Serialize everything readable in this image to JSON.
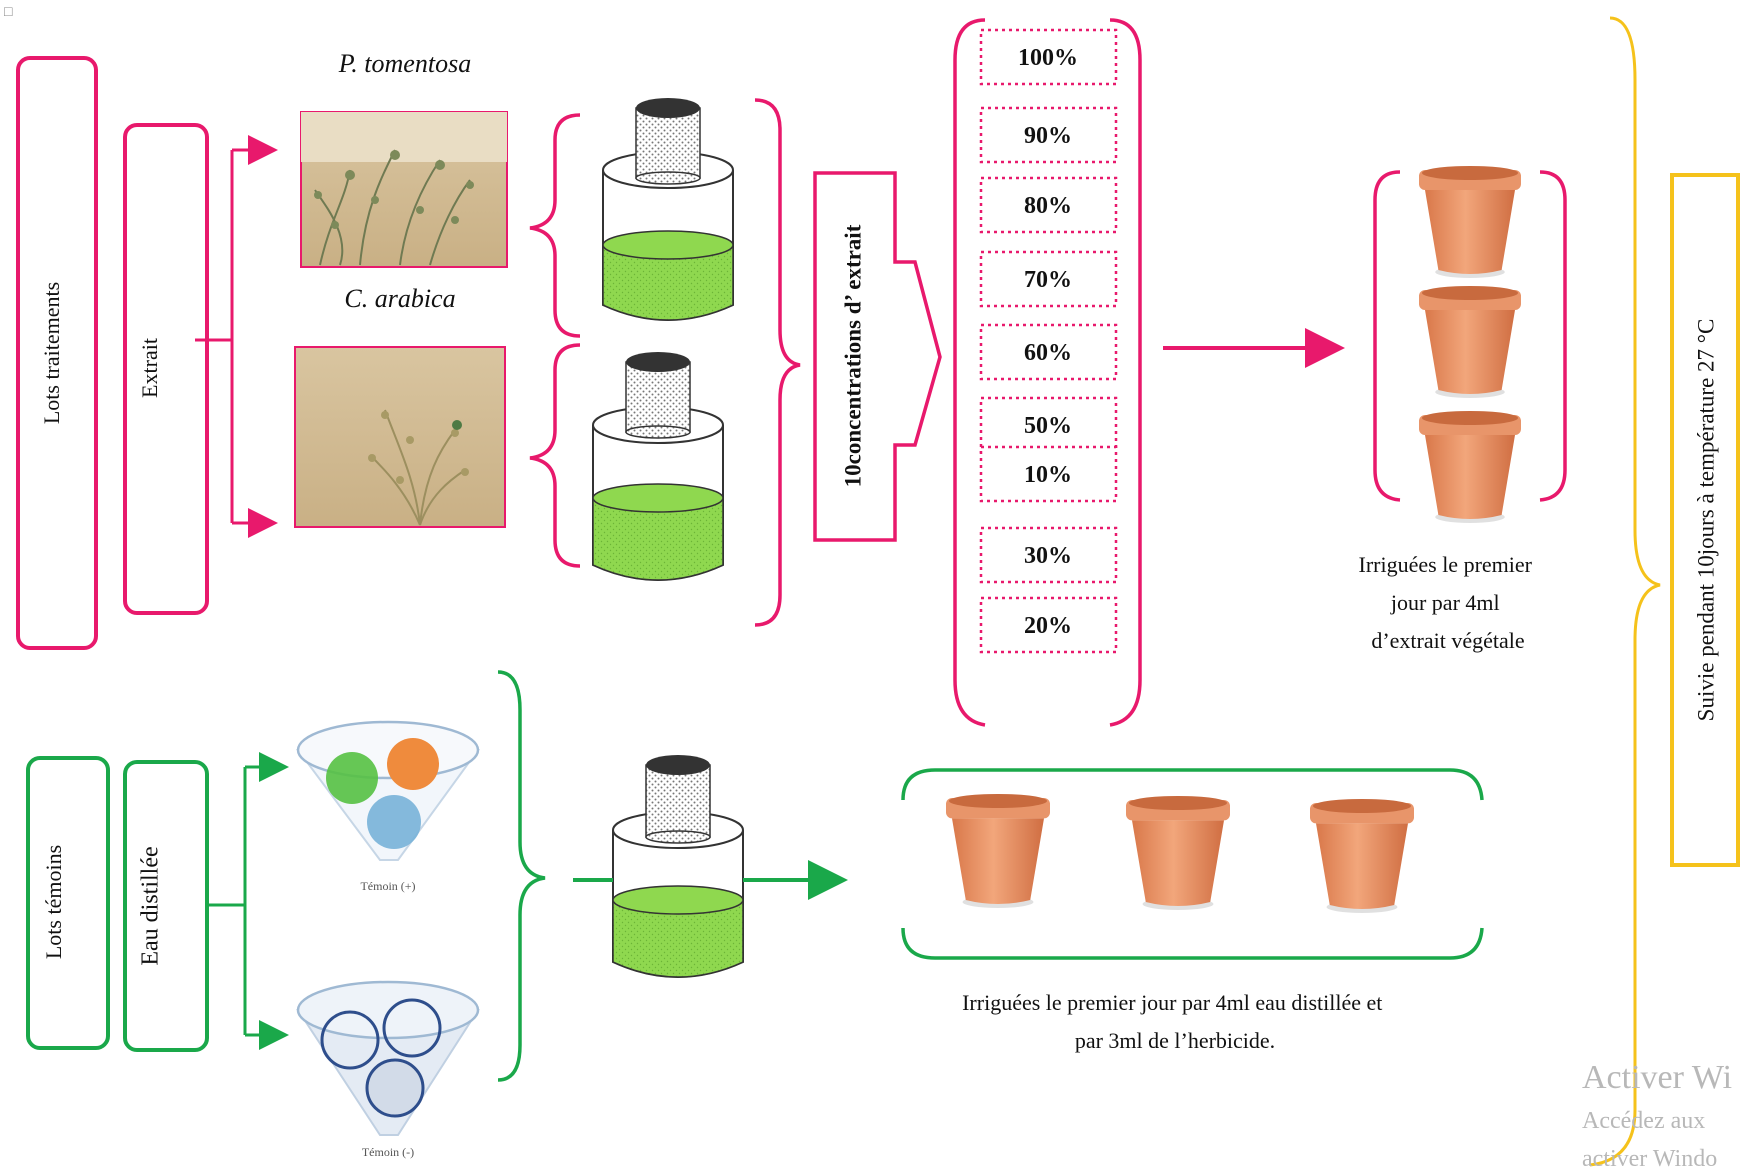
{
  "corner_mark": "□",
  "treatment": {
    "lots_label": "Lots traitements",
    "extract_label": "Extrait",
    "species": [
      {
        "name": "P. tomentosa",
        "photo_icon": "plant-photo"
      },
      {
        "name": "C. arabica",
        "photo_icon": "plant-photo"
      }
    ],
    "concentrations_label": "10concentrations d’  extrait",
    "concentrations": [
      "100%",
      "90%",
      "80%",
      "70%",
      "60%",
      "50%",
      "10%",
      "30%",
      "20%"
    ],
    "pots_caption": [
      "Irriguées le premier",
      "jour par 4ml",
      "d’extrait végétale"
    ]
  },
  "control": {
    "lots_label": "Lots témoins",
    "water_label": "Eau distillée",
    "controls": [
      "Témoin (+)",
      "Témoin (-)"
    ],
    "pots_caption": [
      "Irriguées le premier jour par 4ml eau distillée et",
      "par 3ml de l’herbicide."
    ]
  },
  "follow_up_label": "Suivie pendant 10jours à température 27 °C",
  "watermark": [
    "Activer Wi",
    "Accédez aux",
    "activer Windo"
  ],
  "colors": {
    "treatment": "#e8196c",
    "control": "#1aa84a",
    "follow_up": "#f5c21b",
    "liquid": "#8fd84f",
    "pot": "#e8956a",
    "cap": "#333333"
  }
}
